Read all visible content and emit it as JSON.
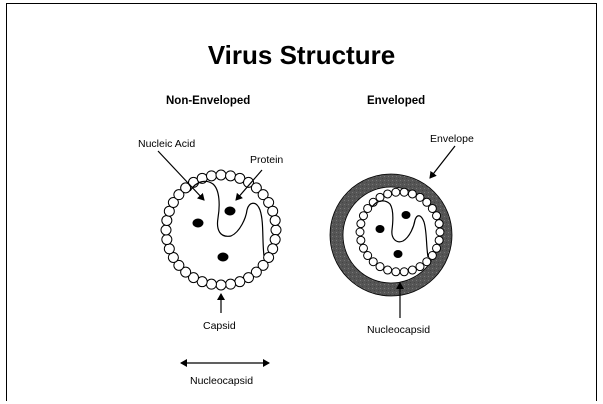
{
  "slide": {
    "title": "Virus Structure",
    "left_panel": {
      "heading": "Non-Enveloped",
      "labels": {
        "nucleic_acid": "Nucleic Acid",
        "protein": "Protein",
        "capsid": "Capsid",
        "nucleocapsid": "Nucleocapsid"
      }
    },
    "right_panel": {
      "heading": "Enveloped",
      "labels": {
        "envelope": "Envelope",
        "nucleocapsid": "Nucleocapsid"
      }
    }
  }
}
